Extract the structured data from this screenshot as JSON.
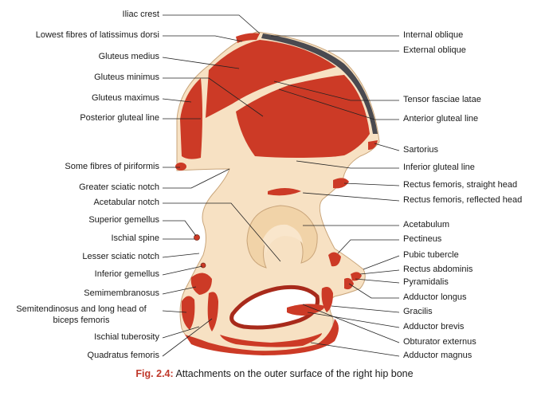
{
  "left_labels": [
    {
      "id": "iliac-crest",
      "text": "Iliac crest"
    },
    {
      "id": "lowest-fibres-latissimus-dorsi",
      "text": "Lowest fibres of latissimus dorsi"
    },
    {
      "id": "gluteus-medius",
      "text": "Gluteus medius"
    },
    {
      "id": "gluteus-minimus",
      "text": "Gluteus minimus"
    },
    {
      "id": "gluteus-maximus",
      "text": "Gluteus maximus"
    },
    {
      "id": "posterior-gluteal-line",
      "text": "Posterior gluteal line"
    },
    {
      "id": "piriformis",
      "text": "Some fibres of piriformis"
    },
    {
      "id": "greater-sciatic-notch",
      "text": "Greater sciatic notch"
    },
    {
      "id": "acetabular-notch",
      "text": "Acetabular notch"
    },
    {
      "id": "superior-gemellus",
      "text": "Superior gemellus"
    },
    {
      "id": "ischial-spine",
      "text": "Ischial spine"
    },
    {
      "id": "lesser-sciatic-notch",
      "text": "Lesser sciatic notch"
    },
    {
      "id": "inferior-gemellus",
      "text": "Inferior gemellus"
    },
    {
      "id": "semimembranosus",
      "text": "Semimembranosus"
    },
    {
      "id": "semitendinosus-1",
      "text": "Semitendinosus and long head of"
    },
    {
      "id": "semitendinosus-2",
      "text": "biceps femoris"
    },
    {
      "id": "ischial-tuberosity",
      "text": "Ischial tuberosity"
    },
    {
      "id": "quadratus-femoris",
      "text": "Quadratus femoris"
    }
  ],
  "right_labels": [
    {
      "id": "internal-oblique",
      "text": "Internal oblique"
    },
    {
      "id": "external-oblique",
      "text": "External oblique"
    },
    {
      "id": "tensor-fasciae-latae",
      "text": "Tensor fasciae latae"
    },
    {
      "id": "anterior-gluteal-line",
      "text": "Anterior gluteal line"
    },
    {
      "id": "sartorius",
      "text": "Sartorius"
    },
    {
      "id": "inferior-gluteal-line",
      "text": "Inferior gluteal line"
    },
    {
      "id": "rectus-femoris-straight",
      "text": "Rectus femoris, straight head"
    },
    {
      "id": "rectus-femoris-reflected",
      "text": "Rectus femoris, reflected head"
    },
    {
      "id": "acetabulum",
      "text": "Acetabulum"
    },
    {
      "id": "pectineus",
      "text": "Pectineus"
    },
    {
      "id": "pubic-tubercle",
      "text": "Pubic tubercle"
    },
    {
      "id": "rectus-abdominis",
      "text": "Rectus abdominis"
    },
    {
      "id": "pyramidalis",
      "text": "Pyramidalis"
    },
    {
      "id": "adductor-longus",
      "text": "Adductor longus"
    },
    {
      "id": "gracilis",
      "text": "Gracilis"
    },
    {
      "id": "adductor-brevis",
      "text": "Adductor brevis"
    },
    {
      "id": "obturator-externus",
      "text": "Obturator externus"
    },
    {
      "id": "adductor-magnus",
      "text": "Adductor magnus"
    }
  ],
  "caption": {
    "figure": "Fig. 2.4:",
    "text": "Attachments on the outer surface of the right hip bone"
  },
  "colors": {
    "bone": "#f7e1c3",
    "muscle": "#cc3a26",
    "muscle_dark": "#a82a1b",
    "crest_band": "#4a4a50",
    "line": "#222222",
    "figure_label": "#c0392b"
  }
}
